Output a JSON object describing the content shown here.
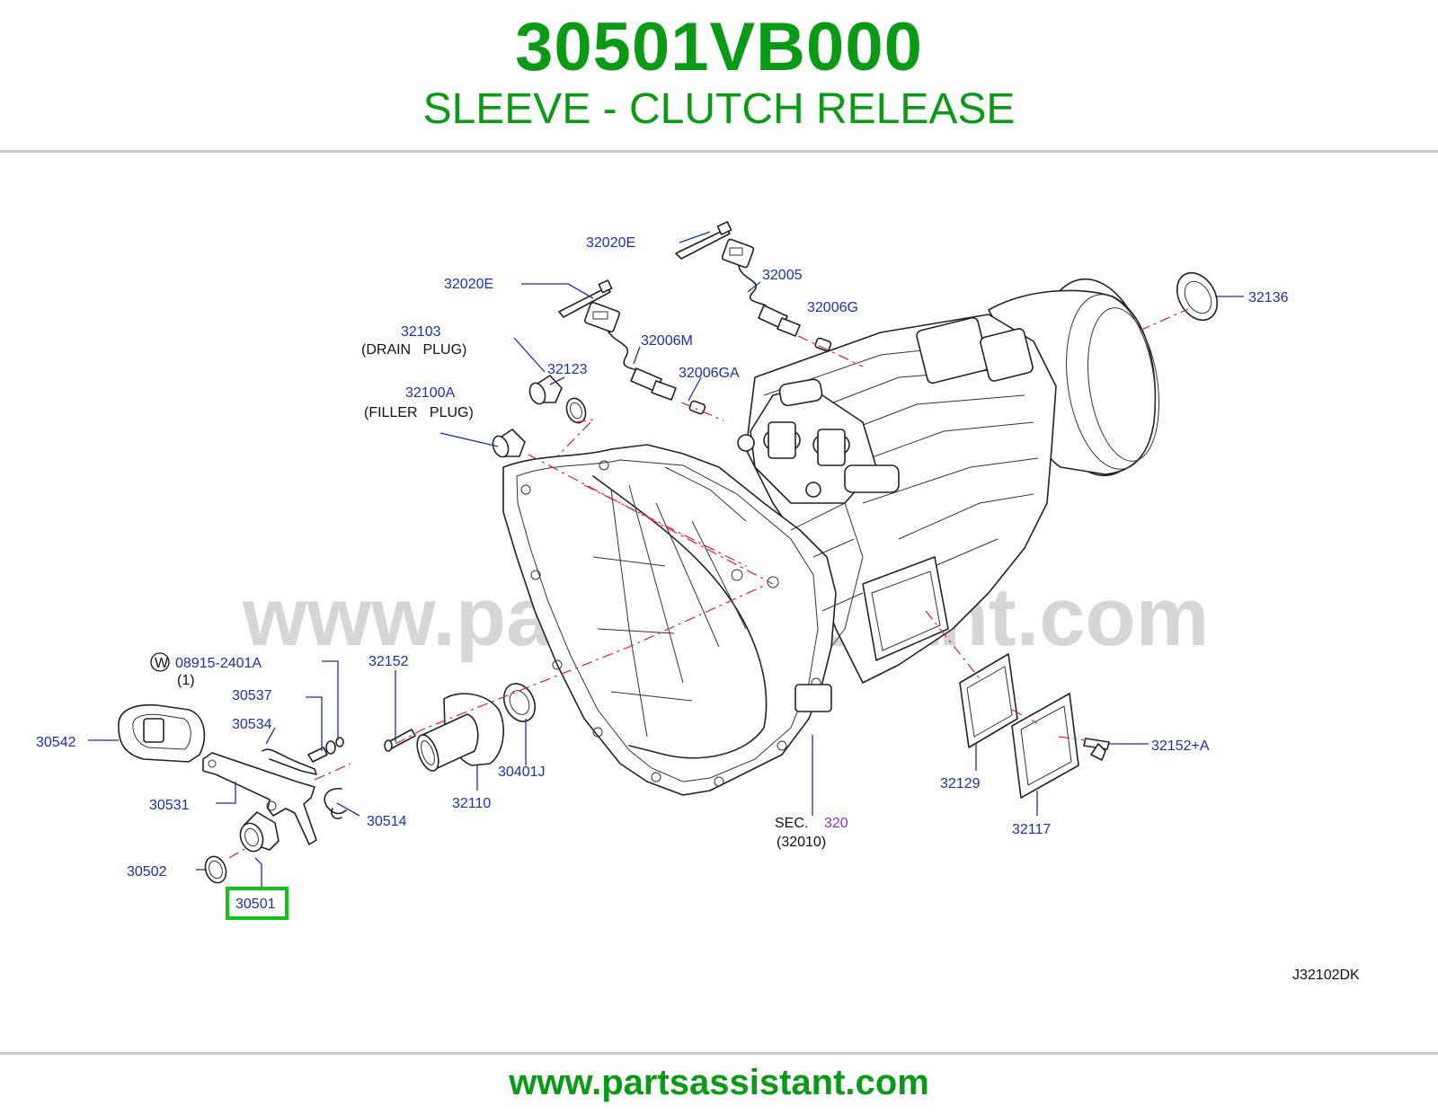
{
  "header": {
    "part_number": "30501VB000",
    "part_name": "SLEEVE - CLUTCH RELEASE"
  },
  "diagram": {
    "watermark": "www.partsassistant.com",
    "code": "J32102DK",
    "highlight_color": "#12c41a",
    "labels": {
      "l32020E_top": "32020E",
      "l32020E": "32020E",
      "l32005": "32005",
      "l32006G": "32006G",
      "l32136": "32136",
      "l32103": "32103",
      "drain_plug": "(DRAIN   PLUG)",
      "l32006M": "32006M",
      "l32123": "32123",
      "l32006GA": "32006GA",
      "l32100A": "32100A",
      "filler_plug": "(FILLER   PLUG)",
      "w_symbol": "W",
      "l08915": "08915-2401A",
      "qty1": "(1)",
      "l30537": "30537",
      "l32152": "32152",
      "l30534": "30534",
      "l30542": "30542",
      "l30531": "30531",
      "l30514": "30514",
      "l30502": "30502",
      "l30501": "30501",
      "l32110": "32110",
      "l30401J": "30401J",
      "sec": "SEC.",
      "sec_num": "320",
      "sec_sub": "(32010)",
      "l32129": "32129",
      "l32117": "32117",
      "l32152A": "32152+A"
    }
  },
  "footer": {
    "url": "www.partsassistant.com"
  }
}
